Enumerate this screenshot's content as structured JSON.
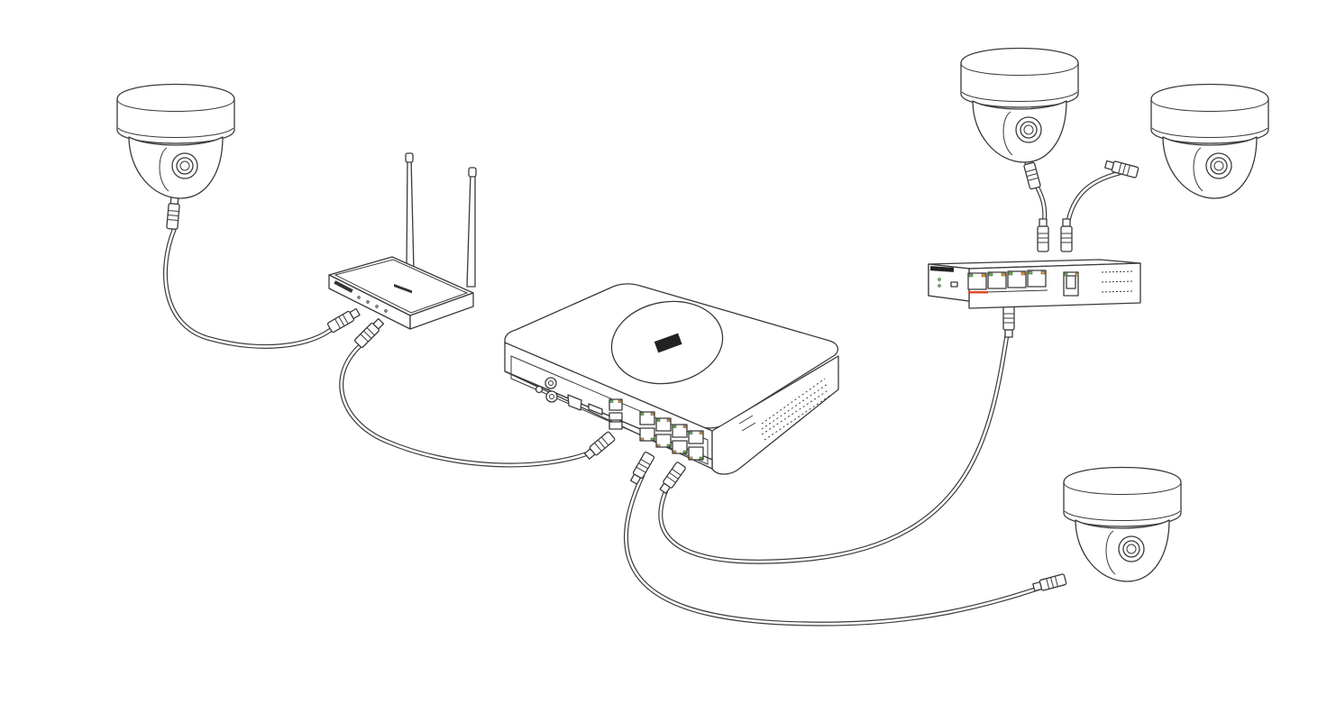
{
  "diagram": {
    "devices": [
      {
        "id": "camera-top-left",
        "kind": "dome-camera"
      },
      {
        "id": "wifi-router",
        "kind": "wireless-router"
      },
      {
        "id": "nvr",
        "kind": "network-video-recorder"
      },
      {
        "id": "poe-switch",
        "kind": "poe-switch"
      },
      {
        "id": "camera-top-center-right",
        "kind": "dome-camera"
      },
      {
        "id": "camera-top-far-right",
        "kind": "dome-camera"
      },
      {
        "id": "camera-bottom-right",
        "kind": "dome-camera"
      }
    ],
    "connections": [
      {
        "from": "camera-top-left",
        "to": "wifi-router"
      },
      {
        "from": "wifi-router",
        "to": "nvr"
      },
      {
        "from": "nvr",
        "to": "poe-switch"
      },
      {
        "from": "nvr",
        "to": "camera-bottom-right"
      },
      {
        "from": "camera-top-center-right",
        "to": "poe-switch"
      },
      {
        "from": "camera-top-far-right",
        "to": "poe-switch"
      }
    ],
    "colors": {
      "line": "#3a3a3a",
      "background": "#ffffff",
      "led_green": "#5fc84a",
      "led_orange": "#f0a030",
      "status_red": "#e04a2a"
    }
  }
}
